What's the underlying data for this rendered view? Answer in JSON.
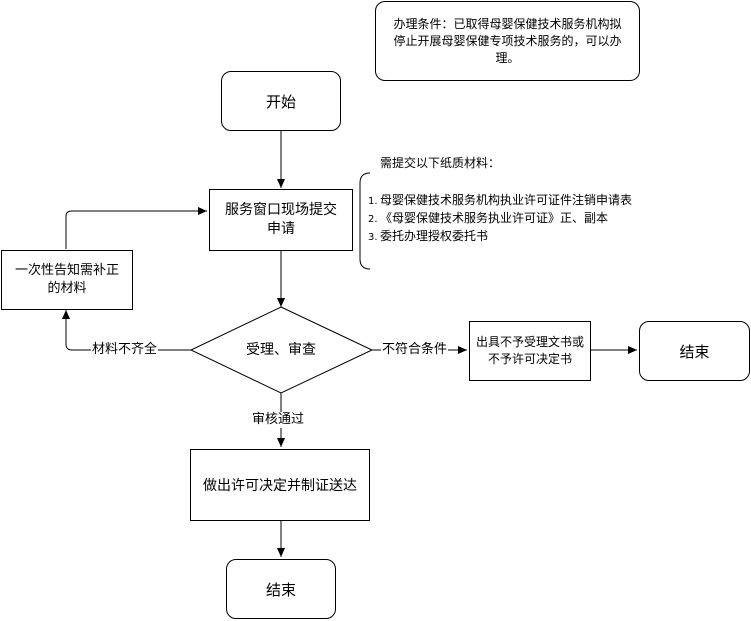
{
  "nodes": {
    "condition": "办理条件：已取得母婴保健技术服务机构拟停止开展母婴保健专项技术服务的，可以办理。",
    "start": "开始",
    "submit": "服务窗口现场提交申请",
    "notify": "一次性告知需补正的材料",
    "review": "受理、审查",
    "reject": "出具不予受理文书或不予许可决定书",
    "end_right": "结束",
    "decide": "做出许可决定并制证送达",
    "end_bottom": "结束"
  },
  "materials": {
    "heading": "需提交以下纸质材料：",
    "items": [
      {
        "no": "1.",
        "text": "母婴保健技术服务机构执业许可证件注销申请表"
      },
      {
        "no": "2.",
        "text": "《母婴保健技术服务执业许可证》正、副本"
      },
      {
        "no": "3.",
        "text": "委托办理授权委托书"
      }
    ]
  },
  "edges": {
    "incomplete": "材料不齐全",
    "not_eligible": "不符合条件",
    "approved": "审核通过"
  }
}
